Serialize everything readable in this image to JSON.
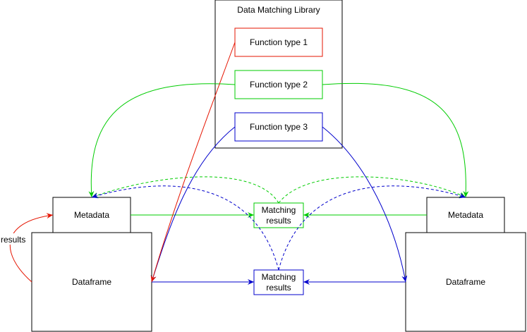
{
  "colors": {
    "red": "#e51400",
    "green": "#00cc00",
    "blue": "#0000cc",
    "black": "#000000"
  },
  "library": {
    "title": "Data Matching Library"
  },
  "functions": {
    "type1": "Function type 1",
    "type2": "Function type 2",
    "type3": "Function type 3"
  },
  "left": {
    "metadata": "Metadata",
    "dataframe": "Dataframe"
  },
  "right": {
    "metadata": "Metadata",
    "dataframe": "Dataframe"
  },
  "results": {
    "green_line1": "Matching",
    "green_line2": "results",
    "blue_line1": "Matching",
    "blue_line2": "results"
  },
  "edge_label_results": "results"
}
